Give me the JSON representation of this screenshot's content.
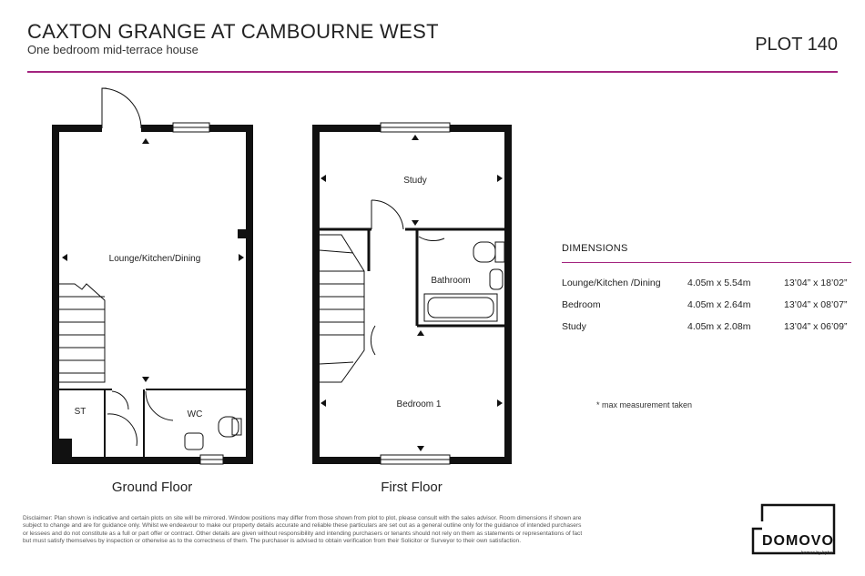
{
  "header": {
    "title": "CAXTON GRANGE AT CAMBOURNE WEST",
    "subtitle": "One bedroom mid-terrace house",
    "plot": "PLOT 140"
  },
  "plans": {
    "ground_floor": {
      "label": "Ground Floor",
      "rooms": {
        "living": "Lounge/Kitchen/Dining",
        "store": "ST",
        "wc": "WC"
      }
    },
    "first_floor": {
      "label": "First Floor",
      "rooms": {
        "study": "Study",
        "bathroom": "Bathroom",
        "bedroom": "Bedroom 1"
      }
    }
  },
  "dimensions": {
    "heading": "DIMENSIONS",
    "rows": [
      {
        "room": "Lounge/Kitchen /Dining",
        "metric": "4.05m x 5.54m",
        "imperial": "13’04” x 18’02”"
      },
      {
        "room": "Bedroom",
        "metric": "4.05m x 2.64m",
        "imperial": "13’04” x 08’07”"
      },
      {
        "room": "Study",
        "metric": "4.05m x 2.08m",
        "imperial": "13’04” x 06’09”"
      }
    ],
    "note": "*  max measurement taken"
  },
  "disclaimer": "Disclaimer: Plan shown is indicative and certain plots on site will be mirrored. Window positions may differ from those shown from plot to plot, please consult with the sales advisor. Room dimensions if shown are subject to change and are for guidance only. Whilst we endeavour to make our property details accurate and reliable these particulars are set out as a general outline only for the guidance of intended purchasers or lessees and do not constitute as a full or part offer or contract. Other details are given without responsibility and intending purchasers or tenants should not rely on them as statements or representations of fact but must satisfy themselves by inspection or otherwise as to the correctness of them. The purchaser is advised to obtain verification from their Solicitor or Surveyor to their own satisfaction.",
  "logo": {
    "text": "DOMOVO",
    "tagline": "homes by bpha"
  },
  "colors": {
    "accent": "#a3247f",
    "wall": "#111111"
  }
}
